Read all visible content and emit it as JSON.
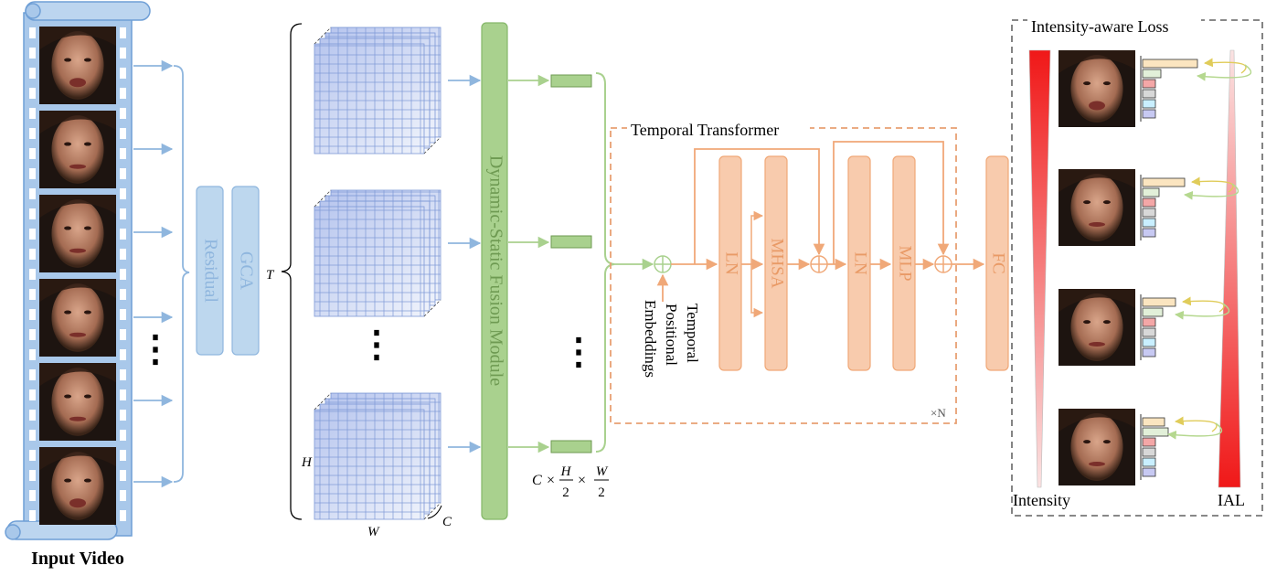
{
  "input_video": {
    "label": "Input Video",
    "frames": [
      "face-frame-1",
      "face-frame-2",
      "face-frame-3",
      "face-frame-4",
      "face-frame-5",
      "face-frame-6"
    ],
    "ellipsis": "⋮"
  },
  "residual_block": {
    "label": "Residual"
  },
  "gca_block": {
    "label": "GCA"
  },
  "feature_maps": {
    "t_label": "T",
    "h_label": "H",
    "w_label": "W",
    "c_label": "C",
    "ellipsis": "⋮"
  },
  "fusion_module": {
    "label": "Dynamic-Static Fusion Module"
  },
  "tokens": {
    "ellipsis": "⋮",
    "dim_c": "C",
    "dim_times": "×",
    "dim_h": "H",
    "dim_w": "W",
    "dim_den": "2"
  },
  "positional": {
    "line1": "Temporal",
    "line2": "Positional",
    "line3": "Embeddings"
  },
  "transformer": {
    "title": "Temporal Transformer",
    "blocks": {
      "ln1": "LN",
      "mhsa": "MHSA",
      "ln2": "LN",
      "mlp": "MLP"
    },
    "repeat": "×N"
  },
  "fc_block": {
    "label": "FC"
  },
  "loss_panel": {
    "title": "Intensity-aware Loss",
    "intensity_label": "Intensity",
    "ial_label": "IAL"
  },
  "colors": {
    "film": "#a9c8ea",
    "film_stroke": "#6f9fd6",
    "blue_arrow": "#8fb6de",
    "green": "#a9d18e",
    "green_stroke": "#86b86a",
    "orange": "#f8cbad",
    "orange_stroke": "#f0a878",
    "grid_blue": "#7d98d6",
    "bar_colors": [
      "#fbe5c0",
      "#e2f0d9",
      "#f4a7a7",
      "#d8d8d8",
      "#c9efff",
      "#c7c9f2"
    ]
  }
}
